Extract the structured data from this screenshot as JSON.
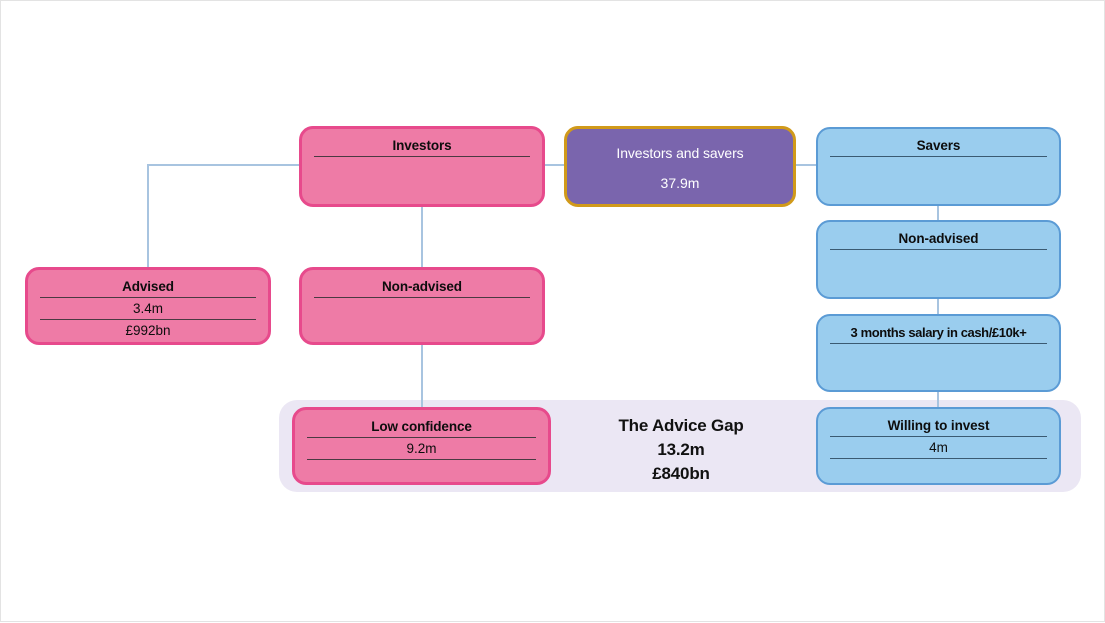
{
  "diagram": {
    "title": "The Advice Gap",
    "colors": {
      "pink_fill": "#ee7ba6",
      "pink_border": "#e74a8c",
      "blue_fill": "#9acdee",
      "blue_border": "#5b9bd5",
      "purple_fill": "#7a65ad",
      "purple_border": "#d19a1a",
      "panel_fill": "#ebe7f4",
      "connector": "#a8c4e0"
    },
    "nodes": {
      "investors": {
        "title": "Investors",
        "value": "",
        "value2": ""
      },
      "investors_savers": {
        "title": "Investors and savers",
        "value": "37.9m",
        "value2": ""
      },
      "savers": {
        "title": "Savers",
        "value": "",
        "value2": ""
      },
      "advised": {
        "title": "Advised",
        "value": "3.4m",
        "value2": "£992bn"
      },
      "non_advised_left": {
        "title": "Non-advised",
        "value": "",
        "value2": ""
      },
      "non_advised_right": {
        "title": "Non-advised",
        "value": "",
        "value2": ""
      },
      "cash_salary": {
        "title": "3 months salary in cash/£10k+",
        "value": "",
        "value2": ""
      },
      "low_confidence": {
        "title": "Low confidence",
        "value": "9.2m",
        "value2": ""
      },
      "willing_to_invest": {
        "title": "Willing to invest",
        "value": "4m",
        "value2": ""
      }
    },
    "advice_gap_panel": {
      "label": "The Advice Gap",
      "people": "13.2m",
      "money": "£840bn"
    }
  }
}
